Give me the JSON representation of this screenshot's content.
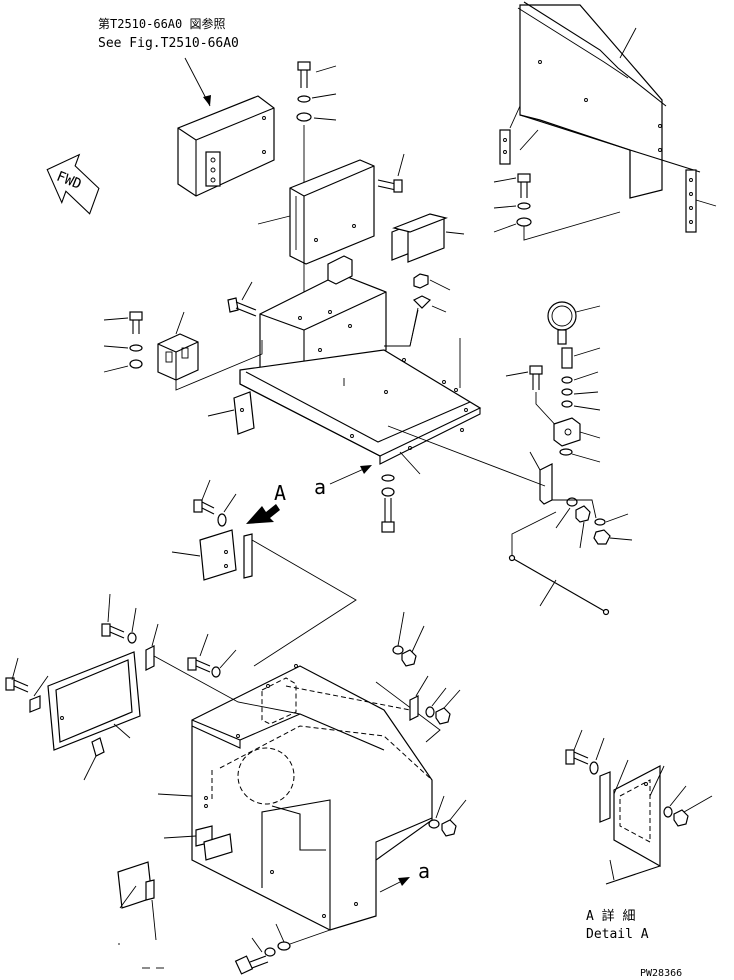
{
  "reference": {
    "line1": "第T2510-66A0 図参照",
    "line2": "See Fig.T2510-66A0"
  },
  "direction_label": "FWD",
  "view_labels": {
    "a_top": "a",
    "a_bottom": "a",
    "arrow_A": "A"
  },
  "detail": {
    "line1": "A 詳 細",
    "line2": "Detail A"
  },
  "drawing_number": "PW28366",
  "icons": [
    "fwd-arrow-icon",
    "view-arrow-icon"
  ]
}
